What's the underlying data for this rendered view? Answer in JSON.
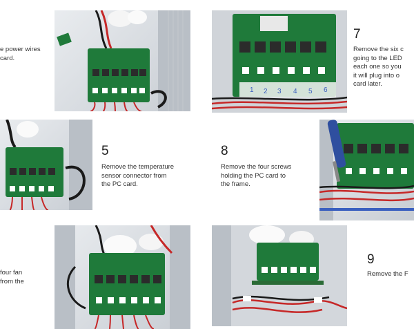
{
  "steps": {
    "s4": {
      "text": "e power wires\n card."
    },
    "s5": {
      "num": "5",
      "text": "Remove the temperature\nsensor connector from\nthe PC card."
    },
    "s6": {
      "text": "four fan\nfrom the"
    },
    "s7": {
      "num": "7",
      "text": "Remove the six c\ngoing to the LED\neach one so you\nit will plug into o\ncard later."
    },
    "s8": {
      "num": "8",
      "text": "Remove the four screws\nholding the PC card to\nthe frame."
    },
    "s9": {
      "num": "9",
      "text": "Remove the F"
    }
  },
  "photos": [
    {
      "name": "photo-step-4",
      "labels": []
    },
    {
      "name": "photo-step-7",
      "labels": [
        "1",
        "2",
        "3",
        "4",
        "5",
        "6"
      ]
    },
    {
      "name": "photo-step-5",
      "labels": []
    },
    {
      "name": "photo-step-8",
      "labels": []
    },
    {
      "name": "photo-step-6",
      "labels": []
    },
    {
      "name": "photo-step-9",
      "labels": []
    }
  ]
}
